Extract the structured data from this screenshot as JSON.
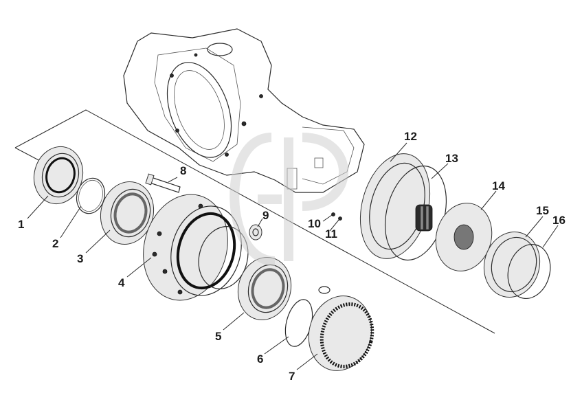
{
  "callouts": [
    {
      "id": "1",
      "label": "1"
    },
    {
      "id": "2",
      "label": "2"
    },
    {
      "id": "3",
      "label": "3"
    },
    {
      "id": "4",
      "label": "4"
    },
    {
      "id": "5",
      "label": "5"
    },
    {
      "id": "6",
      "label": "6"
    },
    {
      "id": "7",
      "label": "7"
    },
    {
      "id": "8",
      "label": "8"
    },
    {
      "id": "9",
      "label": "9"
    },
    {
      "id": "10",
      "label": "10"
    },
    {
      "id": "11",
      "label": "11"
    },
    {
      "id": "12",
      "label": "12"
    },
    {
      "id": "13",
      "label": "13"
    },
    {
      "id": "14",
      "label": "14"
    },
    {
      "id": "15",
      "label": "15"
    },
    {
      "id": "16",
      "label": "16"
    }
  ],
  "colors": {
    "line": "#2a2a2a",
    "background": "#ffffff",
    "watermark": "#cfcfcf"
  }
}
